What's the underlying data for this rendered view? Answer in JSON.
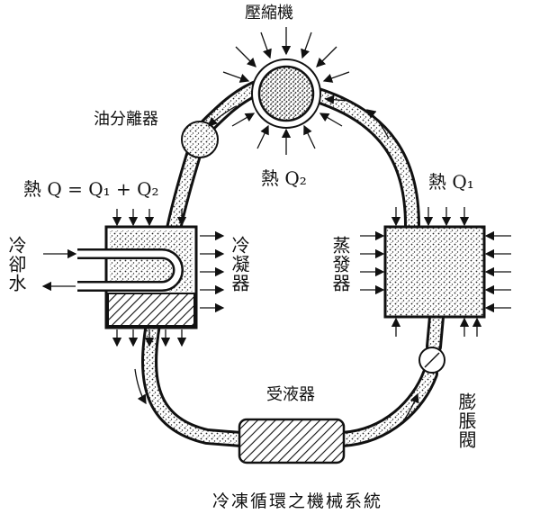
{
  "labels": {
    "compressor": "壓縮機",
    "oil_separator": "油分離器",
    "heat_q1q2": "熱 Q = Q₁ + Q₂",
    "heat_q2": "熱 Q₂",
    "heat_q1": "熱 Q₁",
    "cooling_water": "冷卻水",
    "condenser": "冷凝器",
    "evaporator": "蒸發器",
    "receiver": "受液器",
    "expansion_valve": "膨脹閥",
    "caption": "冷凍循環之機械系統"
  },
  "colors": {
    "ink": "#1a1a1a",
    "paper": "#ffffff"
  }
}
